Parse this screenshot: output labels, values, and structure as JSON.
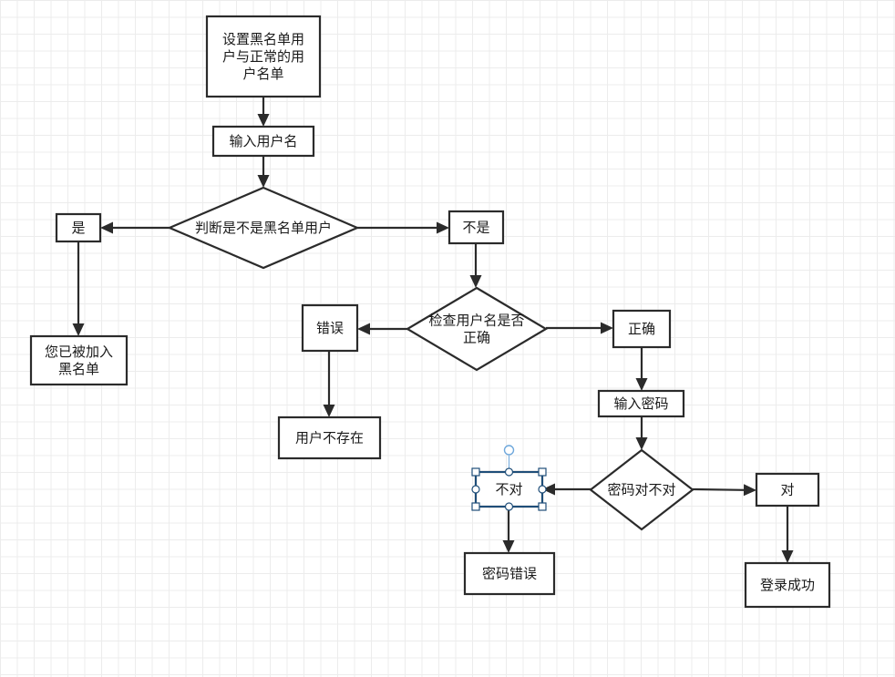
{
  "nodes": {
    "setup": {
      "lines": [
        "设置黑名单用",
        "户与正常的用",
        "户名单"
      ]
    },
    "input_user": {
      "lines": [
        "输入用户名"
      ]
    },
    "check_blacklist": {
      "lines": [
        "判断是不是黑名单用户"
      ]
    },
    "yes": {
      "lines": [
        "是"
      ]
    },
    "not_yes": {
      "lines": [
        "不是"
      ]
    },
    "blacklisted": {
      "lines": [
        "您已被加入",
        "黑名单"
      ]
    },
    "check_username": {
      "lines": [
        "检查用户名是否",
        "正确"
      ]
    },
    "wrong": {
      "lines": [
        "错误"
      ]
    },
    "correct": {
      "lines": [
        "正确"
      ]
    },
    "user_not_exist": {
      "lines": [
        "用户不存在"
      ]
    },
    "input_password": {
      "lines": [
        "输入密码"
      ]
    },
    "check_password": {
      "lines": [
        "密码对不对"
      ]
    },
    "pw_wrong": {
      "lines": [
        "不对"
      ]
    },
    "pw_right": {
      "lines": [
        "对"
      ]
    },
    "pw_error": {
      "lines": [
        "密码错误"
      ]
    },
    "login_ok": {
      "lines": [
        "登录成功"
      ]
    }
  },
  "selected_node": "pw_wrong",
  "colors": {
    "stroke": "#2b2b2b",
    "selection": "#1f4e79",
    "rotate_handle": "#6fa8dc",
    "grid": "#ececec"
  }
}
